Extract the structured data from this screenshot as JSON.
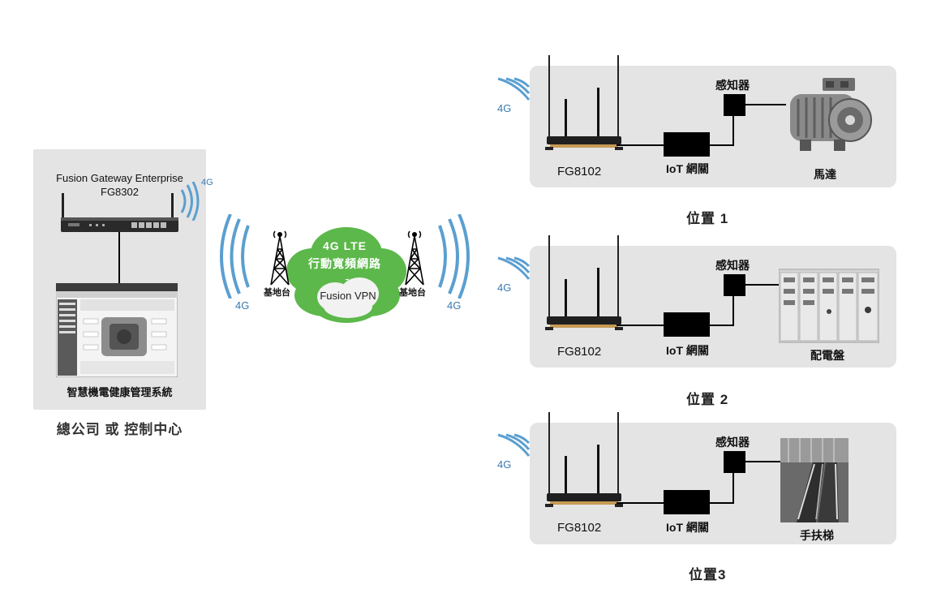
{
  "headquarters": {
    "gateway_name": "Fusion Gateway Enterprise",
    "gateway_model": "FG8302",
    "signal": "4G",
    "system_name": "智慧機電健康管理系統",
    "caption": "總公司 或 控制中心"
  },
  "network": {
    "cloud_line1": "4G LTE",
    "cloud_line2": "行動寬頻網路",
    "vpn": "Fusion VPN",
    "tower_left": "基地台",
    "tower_right": "基地台",
    "signal_left": "4G",
    "signal_right": "4G"
  },
  "sites": [
    {
      "signal": "4G",
      "device": "FG8102",
      "iot": "IoT 網關",
      "sensor": "感知器",
      "target": "馬達",
      "position": "位置 1"
    },
    {
      "signal": "4G",
      "device": "FG8102",
      "iot": "IoT 網關",
      "sensor": "感知器",
      "target": "配電盤",
      "position": "位置 2"
    },
    {
      "signal": "4G",
      "device": "FG8102",
      "iot": "IoT 網關",
      "sensor": "感知器",
      "target": "手扶梯",
      "position": "位置3"
    }
  ],
  "colors": {
    "panel": "#e4e4e4",
    "signal_wave": "#5b9fd0",
    "cloud": "#5cb84a",
    "router_body": "#1f1f1f",
    "router_strip": "#c79a55"
  }
}
